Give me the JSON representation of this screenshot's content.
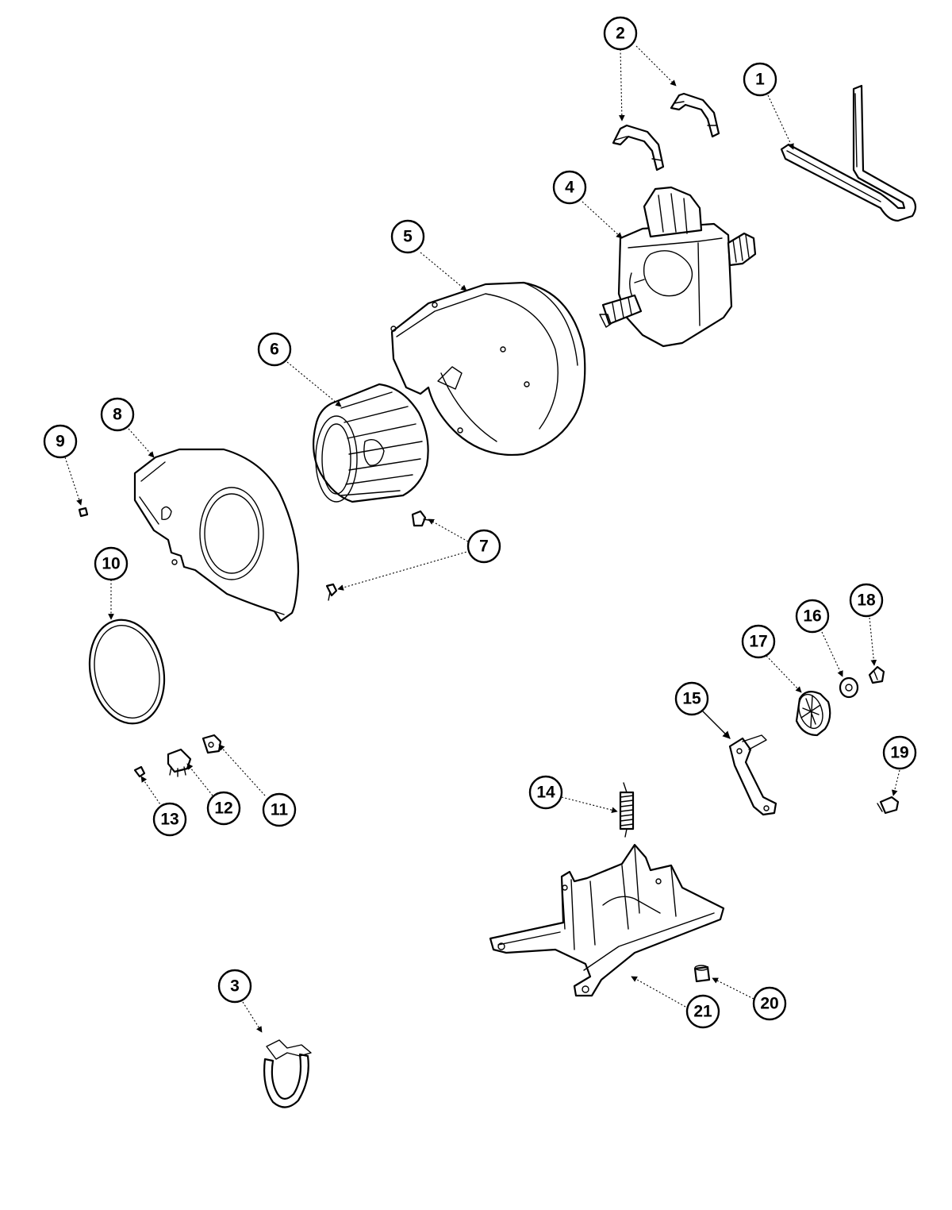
{
  "callouts": [
    {
      "label": "1"
    },
    {
      "label": "2"
    },
    {
      "label": "3"
    },
    {
      "label": "4"
    },
    {
      "label": "5"
    },
    {
      "label": "6"
    },
    {
      "label": "7"
    },
    {
      "label": "8"
    },
    {
      "label": "9"
    },
    {
      "label": "10"
    },
    {
      "label": "11"
    },
    {
      "label": "12"
    },
    {
      "label": "13"
    },
    {
      "label": "14"
    },
    {
      "label": "15"
    },
    {
      "label": "16"
    },
    {
      "label": "17"
    },
    {
      "label": "18"
    },
    {
      "label": "19"
    },
    {
      "label": "20"
    },
    {
      "label": "21"
    }
  ],
  "colors": {
    "line": "#000000",
    "background": "#ffffff"
  }
}
